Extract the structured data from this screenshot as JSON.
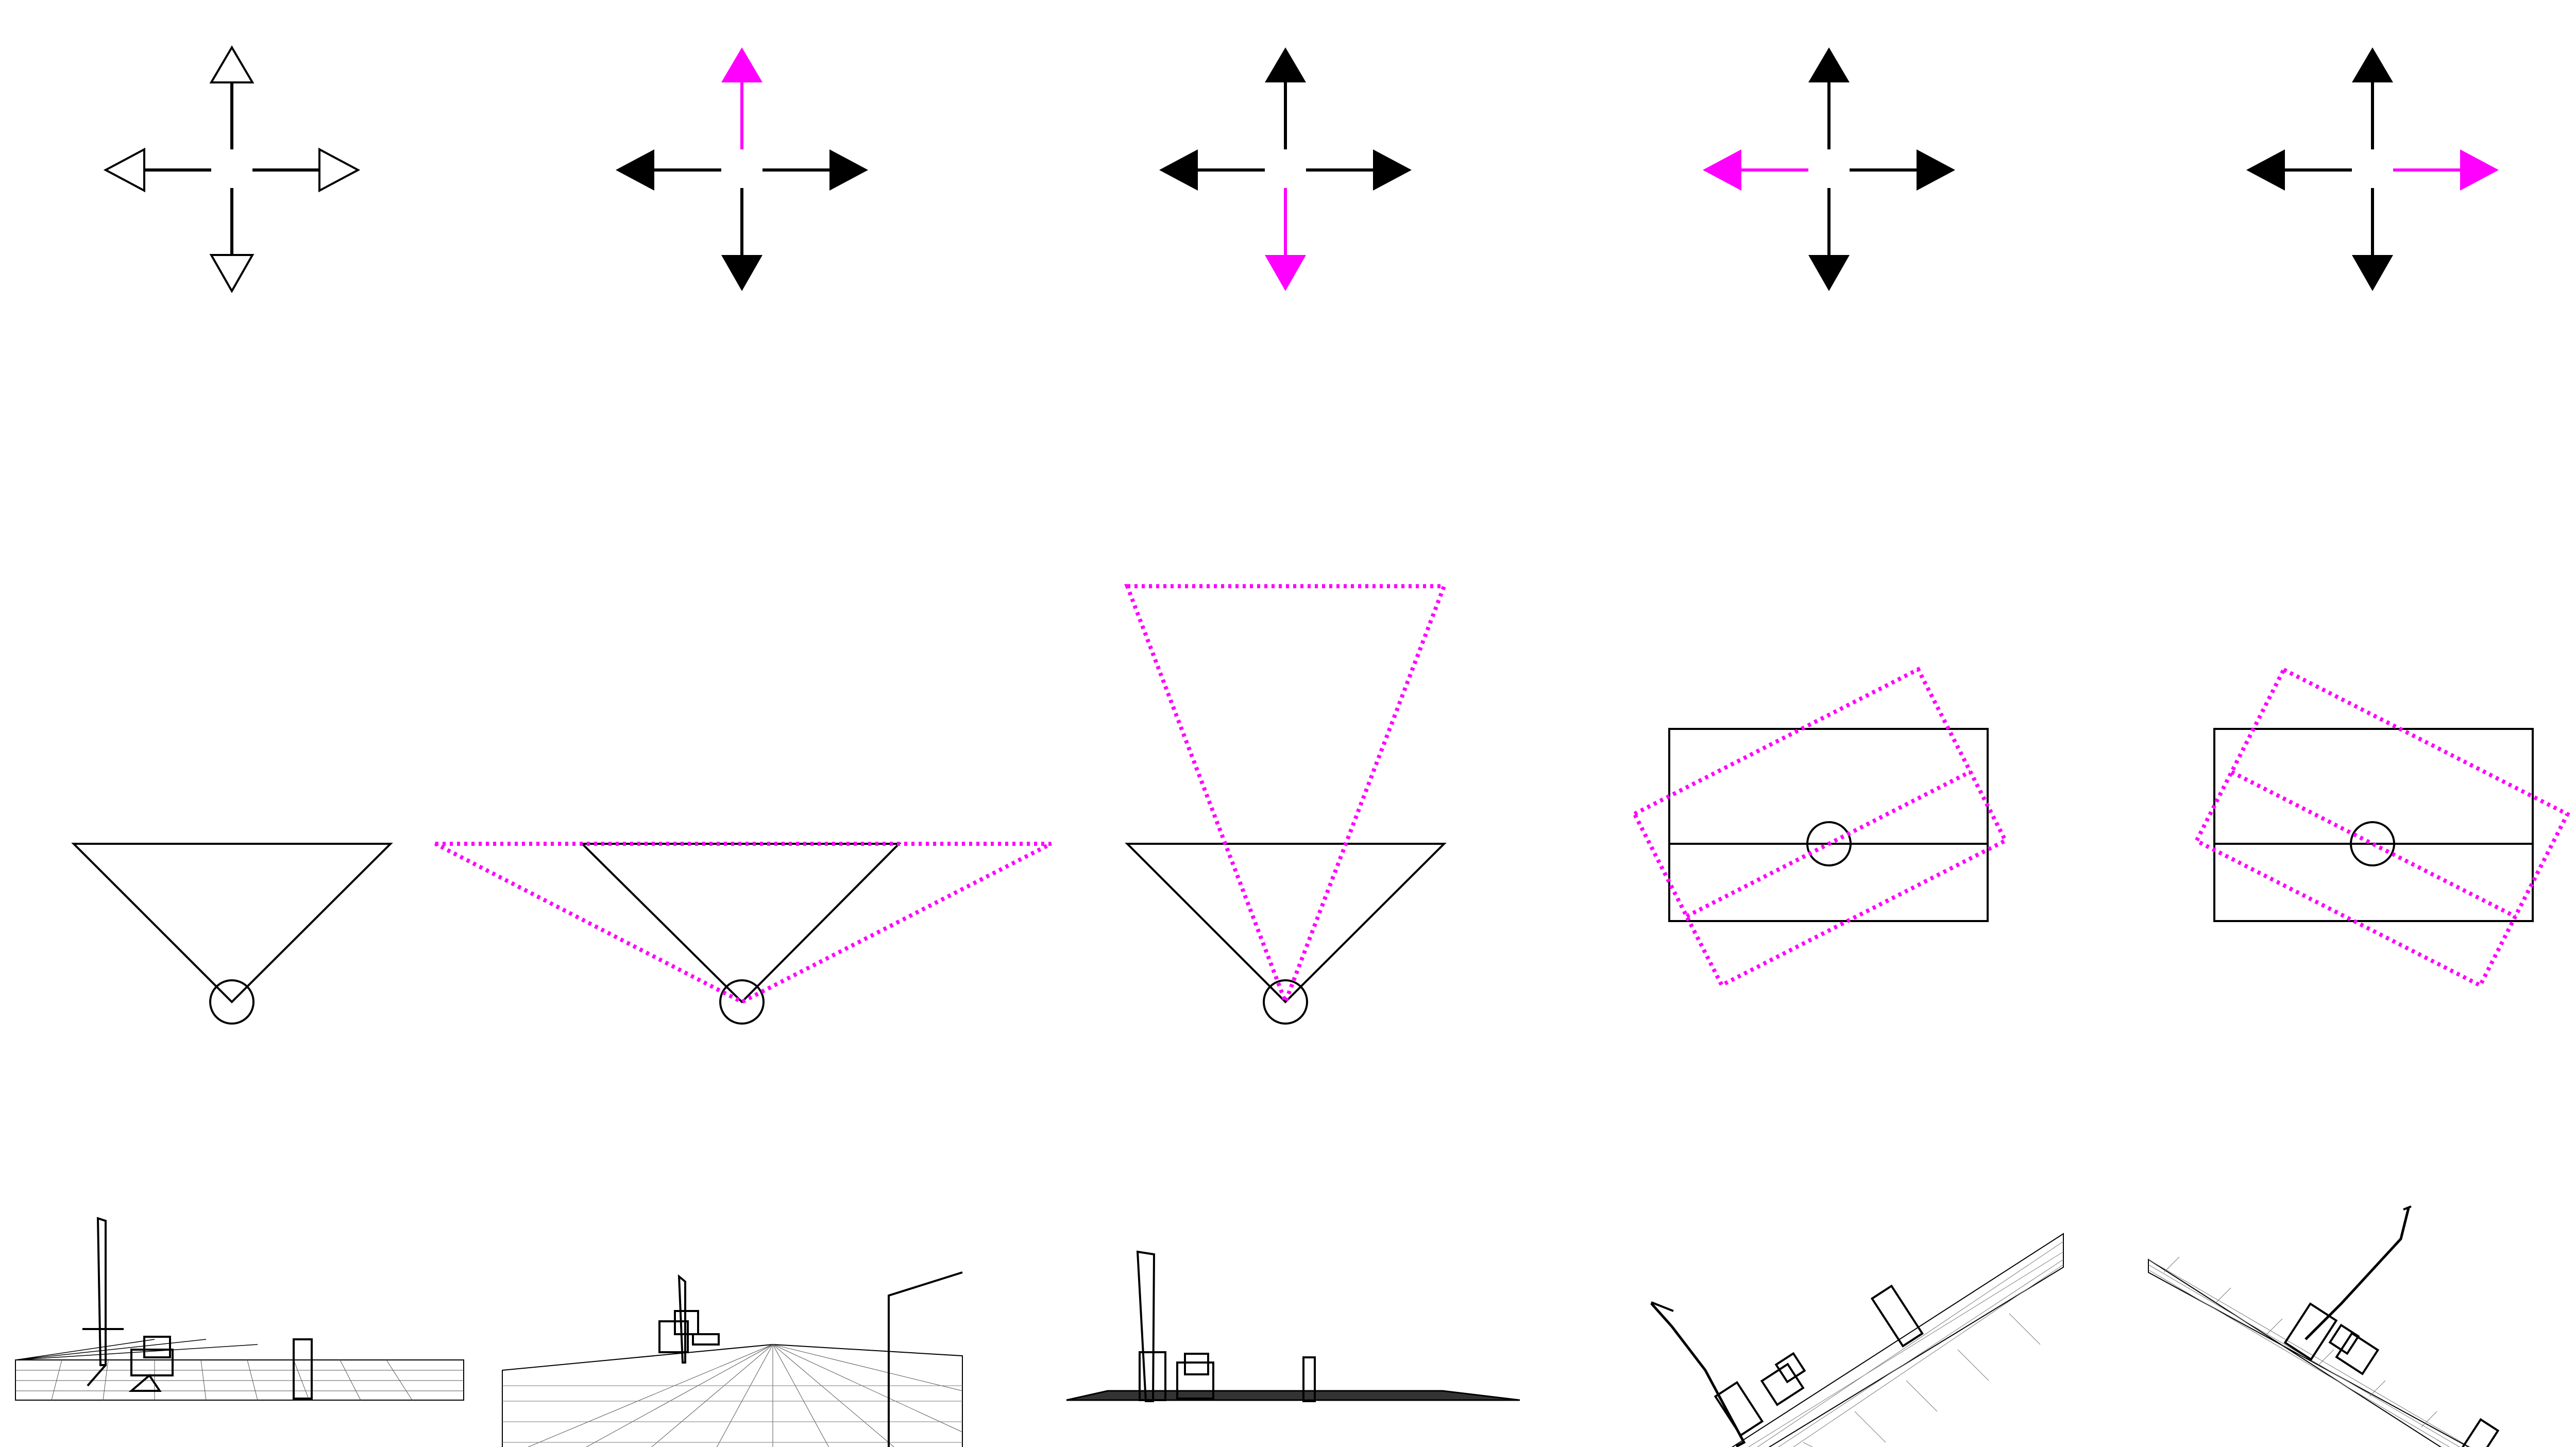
{
  "colors": {
    "ink": "#000000",
    "highlight": "#ff00ff",
    "background": "#ffffff"
  },
  "columns": [
    {
      "id": "neutral",
      "arrows": {
        "up": "outline",
        "down": "outline",
        "left": "outline",
        "right": "outline"
      },
      "highlighted_arrow": "none",
      "camera_change": "none",
      "view": "neutral"
    },
    {
      "id": "forward",
      "arrows": {
        "up": "highlight",
        "down": "solid",
        "left": "solid",
        "right": "solid"
      },
      "highlighted_arrow": "up",
      "camera_change": "widen-field-of-view",
      "view": "wide"
    },
    {
      "id": "backward",
      "arrows": {
        "up": "solid",
        "down": "highlight",
        "left": "solid",
        "right": "solid"
      },
      "highlighted_arrow": "down",
      "camera_change": "narrow-field-of-view",
      "view": "narrow"
    },
    {
      "id": "left",
      "arrows": {
        "up": "solid",
        "down": "solid",
        "left": "highlight",
        "right": "solid"
      },
      "highlighted_arrow": "left",
      "camera_change": "roll-counterclockwise",
      "view": "tilt-left"
    },
    {
      "id": "right",
      "arrows": {
        "up": "solid",
        "down": "solid",
        "left": "solid",
        "right": "highlight"
      },
      "highlighted_arrow": "right",
      "camera_change": "roll-clockwise",
      "view": "tilt-right"
    }
  ]
}
